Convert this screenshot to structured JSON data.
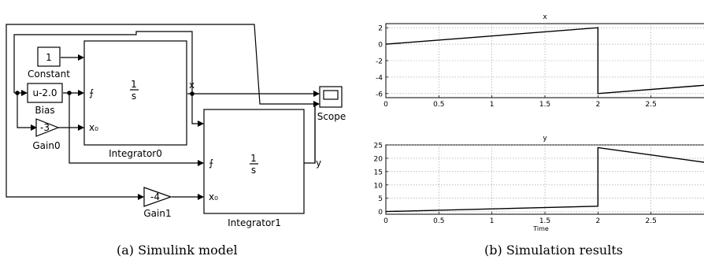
{
  "model": {
    "blocks": {
      "constant": {
        "value": "1",
        "label": "Constant"
      },
      "bias": {
        "value": "u-2.0",
        "label": "Bias"
      },
      "gain0": {
        "value": "-3",
        "label": "Gain0"
      },
      "gain1": {
        "value": "-4",
        "label": "Gain1"
      },
      "integrator0": {
        "num": "1",
        "den": "s",
        "label": "Integrator0",
        "output": "x",
        "reset_port": "⨍",
        "ic_port": "x₀"
      },
      "integrator1": {
        "num": "1",
        "den": "s",
        "label": "Integrator1",
        "output": "y",
        "reset_port": "⨍",
        "ic_port": "x₀"
      },
      "scope": {
        "label": "Scope"
      }
    }
  },
  "chart_data": [
    {
      "type": "line",
      "title": "x",
      "xlabel": "",
      "ylabel": "",
      "xlim": [
        0,
        3
      ],
      "ylim": [
        -6.5,
        2.5
      ],
      "x_ticks": [
        "0",
        "0.5",
        "1",
        "1.5",
        "2",
        "2.5"
      ],
      "y_ticks": [
        "2",
        "0",
        "-2",
        "-4",
        "-6"
      ],
      "grid": true,
      "series": [
        {
          "x": [
            0,
            2,
            2,
            3
          ],
          "y": [
            0,
            2,
            -6,
            -5
          ]
        }
      ]
    },
    {
      "type": "line",
      "title": "y",
      "xlabel": "Time",
      "ylabel": "",
      "xlim": [
        0,
        3
      ],
      "ylim": [
        -1,
        25
      ],
      "x_ticks": [
        "0",
        "0.5",
        "1",
        "1.5",
        "2",
        "2.5"
      ],
      "y_ticks": [
        "25",
        "20",
        "15",
        "10",
        "5",
        "0"
      ],
      "grid": true,
      "series": [
        {
          "x": [
            0,
            2,
            2,
            3
          ],
          "y": [
            0,
            2,
            24,
            18.5
          ]
        }
      ]
    }
  ],
  "captions": {
    "a": "(a) Simulink model",
    "b": "(b) Simulation results"
  }
}
